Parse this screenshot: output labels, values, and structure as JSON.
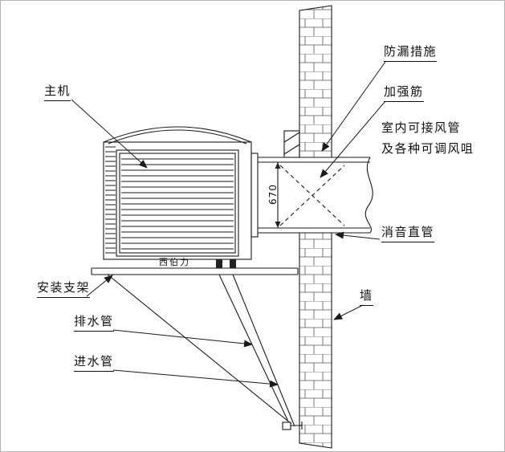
{
  "diagram": {
    "labels": {
      "main_unit": "主机",
      "leak_proof": "防漏措施",
      "reinforcing_rib": "加强筋",
      "indoor_duct_line1": "室内可接风管",
      "indoor_duct_line2": "及各种可调风咀",
      "silencer_pipe": "消音直管",
      "wall": "墙",
      "mounting_bracket": "安装支架",
      "drain_pipe": "排水管",
      "water_inlet_pipe": "进水管"
    },
    "dimension_670": "670",
    "brand": "西伯力",
    "colors": {
      "line": "#1a1a1a",
      "background": "#ffffff"
    }
  }
}
